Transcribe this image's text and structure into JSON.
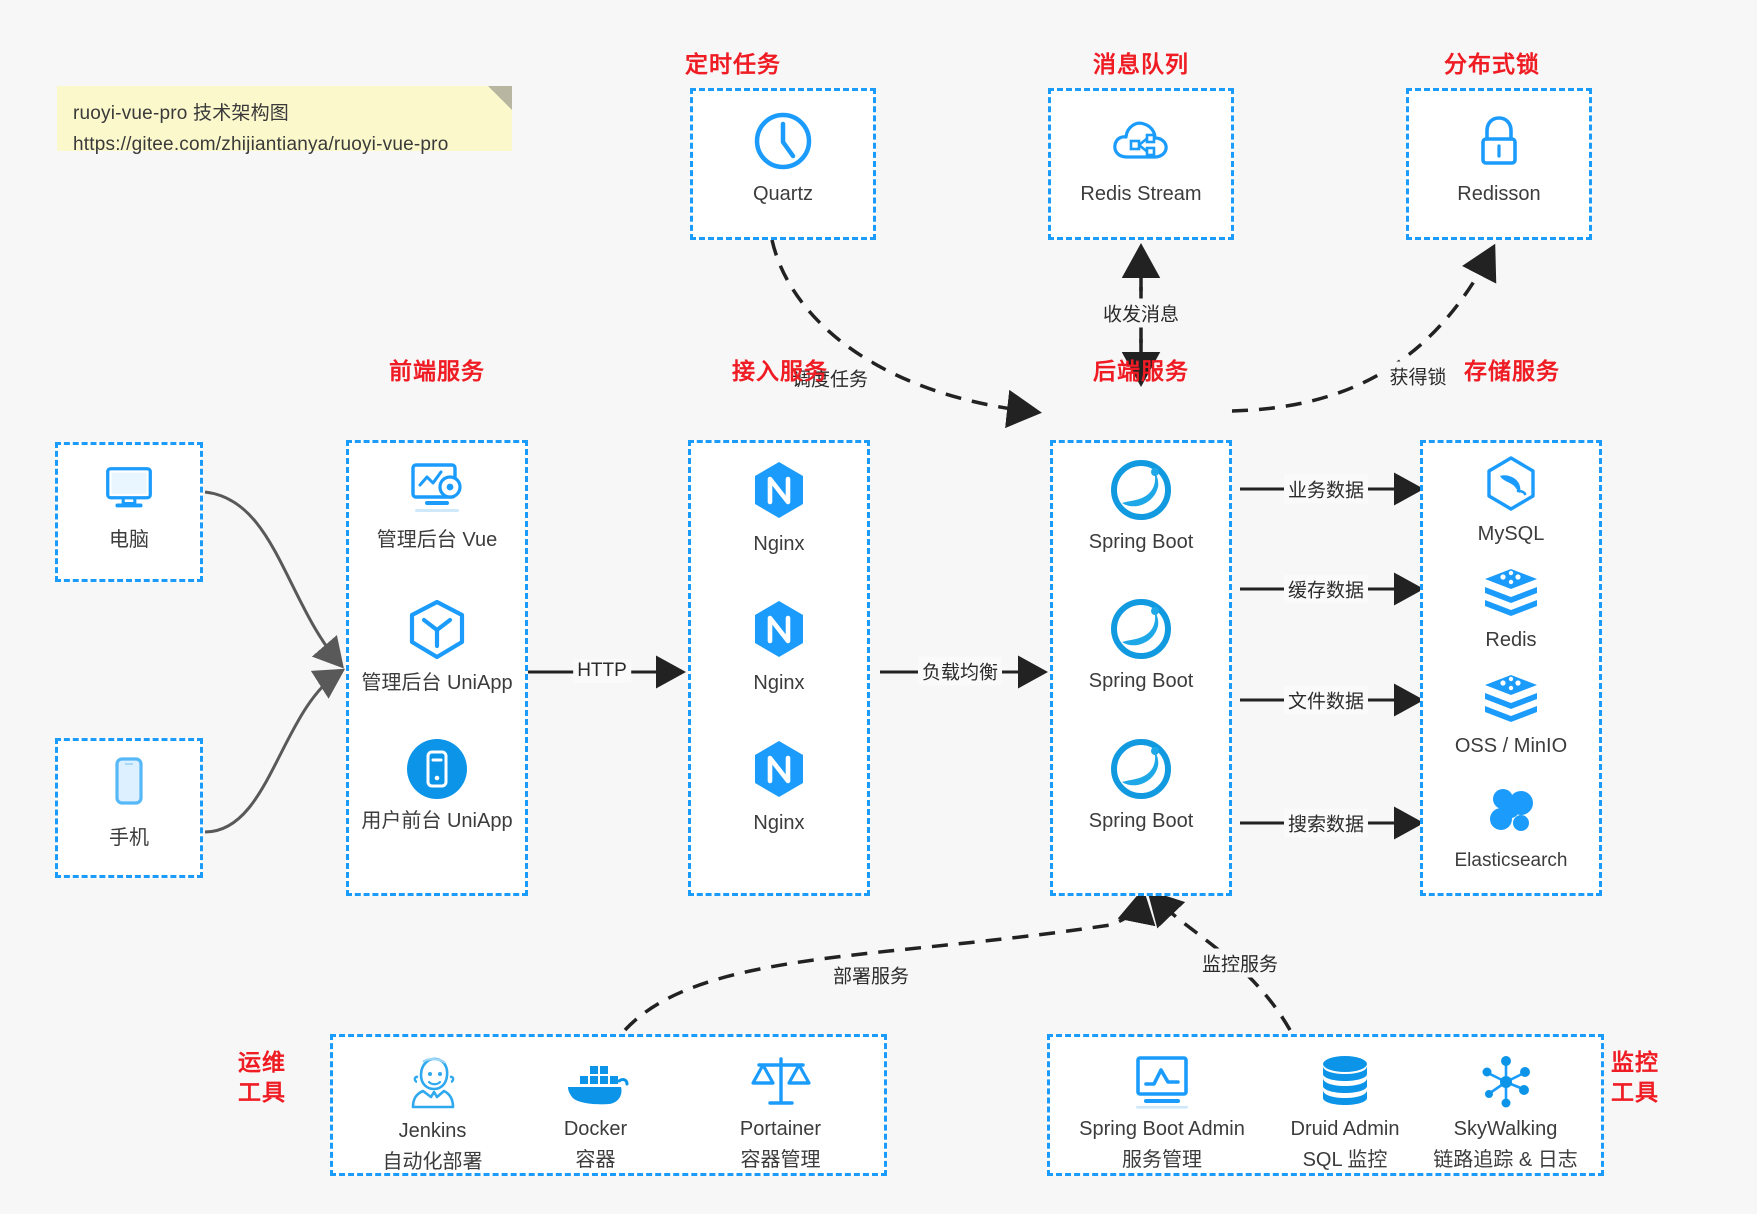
{
  "note": {
    "line1": "ruoyi-vue-pro 技术架构图",
    "line2": "https://gitee.com/zhijiantianya/ruoyi-vue-pro"
  },
  "colors": {
    "accent": "#1b9cfc",
    "title": "#ef1c24",
    "background": "#f7f7f7",
    "note": "#fbf8cc",
    "arrow": "#222222",
    "client_arrow": "#555555"
  },
  "groups": {
    "scheduler": {
      "title": "定时任务",
      "nodes": [
        {
          "label": "Quartz",
          "icon": "clock-icon"
        }
      ]
    },
    "mq": {
      "title": "消息队列",
      "nodes": [
        {
          "label": "Redis Stream",
          "icon": "cloud-stream-icon"
        }
      ]
    },
    "lock": {
      "title": "分布式锁",
      "nodes": [
        {
          "label": "Redisson",
          "icon": "padlock-icon"
        }
      ]
    },
    "client_pc": {
      "title": "",
      "nodes": [
        {
          "label": "电脑",
          "icon": "desktop-icon"
        }
      ]
    },
    "client_mobile": {
      "title": "",
      "nodes": [
        {
          "label": "手机",
          "icon": "phone-icon"
        }
      ]
    },
    "frontend": {
      "title": "前端服务",
      "nodes": [
        {
          "label": "管理后台 Vue",
          "icon": "dashboard-gear-icon"
        },
        {
          "label": "管理后台 UniApp",
          "icon": "uniapp-cube-icon"
        },
        {
          "label": "用户前台 UniApp",
          "icon": "mobile-app-icon"
        }
      ]
    },
    "gateway": {
      "title": "接入服务",
      "nodes": [
        {
          "label": "Nginx",
          "icon": "nginx-icon"
        },
        {
          "label": "Nginx",
          "icon": "nginx-icon"
        },
        {
          "label": "Nginx",
          "icon": "nginx-icon"
        }
      ]
    },
    "backend": {
      "title": "后端服务",
      "nodes": [
        {
          "label": "Spring Boot",
          "icon": "spring-boot-icon"
        },
        {
          "label": "Spring Boot",
          "icon": "spring-boot-icon"
        },
        {
          "label": "Spring Boot",
          "icon": "spring-boot-icon"
        }
      ]
    },
    "storage": {
      "title": "存储服务",
      "nodes": [
        {
          "label": "MySQL",
          "icon": "mysql-icon"
        },
        {
          "label": "Redis",
          "icon": "redis-icon"
        },
        {
          "label": "OSS / MinIO",
          "icon": "oss-icon"
        },
        {
          "label": "Elasticsearch",
          "icon": "elasticsearch-icon"
        }
      ]
    },
    "devops": {
      "title": "运维\n工具",
      "title_line1": "运维",
      "title_line2": "工具",
      "nodes": [
        {
          "name": "Jenkins",
          "desc": "自动化部署",
          "icon": "jenkins-icon"
        },
        {
          "name": "Docker",
          "desc": "容器",
          "icon": "docker-icon"
        },
        {
          "name": "Portainer",
          "desc": "容器管理",
          "icon": "scales-icon"
        }
      ]
    },
    "monitor": {
      "title_line1": "监控",
      "title_line2": "工具",
      "nodes": [
        {
          "name": "Spring Boot Admin",
          "desc": "服务管理",
          "icon": "monitor-chart-icon"
        },
        {
          "name": "Druid Admin",
          "desc": "SQL 监控",
          "icon": "database-icon"
        },
        {
          "name": "SkyWalking",
          "desc": "链路追踪 & 日志",
          "icon": "skywalking-icon"
        }
      ]
    }
  },
  "edges": [
    {
      "id": "schedule-task",
      "label": "调度任务",
      "from": "scheduler",
      "to": "backend"
    },
    {
      "id": "send-receive-msg",
      "label": "收发消息",
      "from": "backend",
      "to": "mq",
      "bidirectional": true
    },
    {
      "id": "acquire-lock",
      "label": "获得锁",
      "from": "backend",
      "to": "lock"
    },
    {
      "id": "http",
      "label": "HTTP",
      "from": "frontend",
      "to": "gateway"
    },
    {
      "id": "load-balance",
      "label": "负载均衡",
      "from": "gateway",
      "to": "backend"
    },
    {
      "id": "business-data",
      "label": "业务数据",
      "from": "backend",
      "to": "MySQL"
    },
    {
      "id": "cache-data",
      "label": "缓存数据",
      "from": "backend",
      "to": "Redis"
    },
    {
      "id": "file-data",
      "label": "文件数据",
      "from": "backend",
      "to": "OSS / MinIO"
    },
    {
      "id": "search-data",
      "label": "搜索数据",
      "from": "backend",
      "to": "Elasticsearch"
    },
    {
      "id": "deploy-service",
      "label": "部署服务",
      "from": "devops",
      "to": "backend"
    },
    {
      "id": "monitor-service",
      "label": "监控服务",
      "from": "monitor",
      "to": "backend"
    }
  ]
}
